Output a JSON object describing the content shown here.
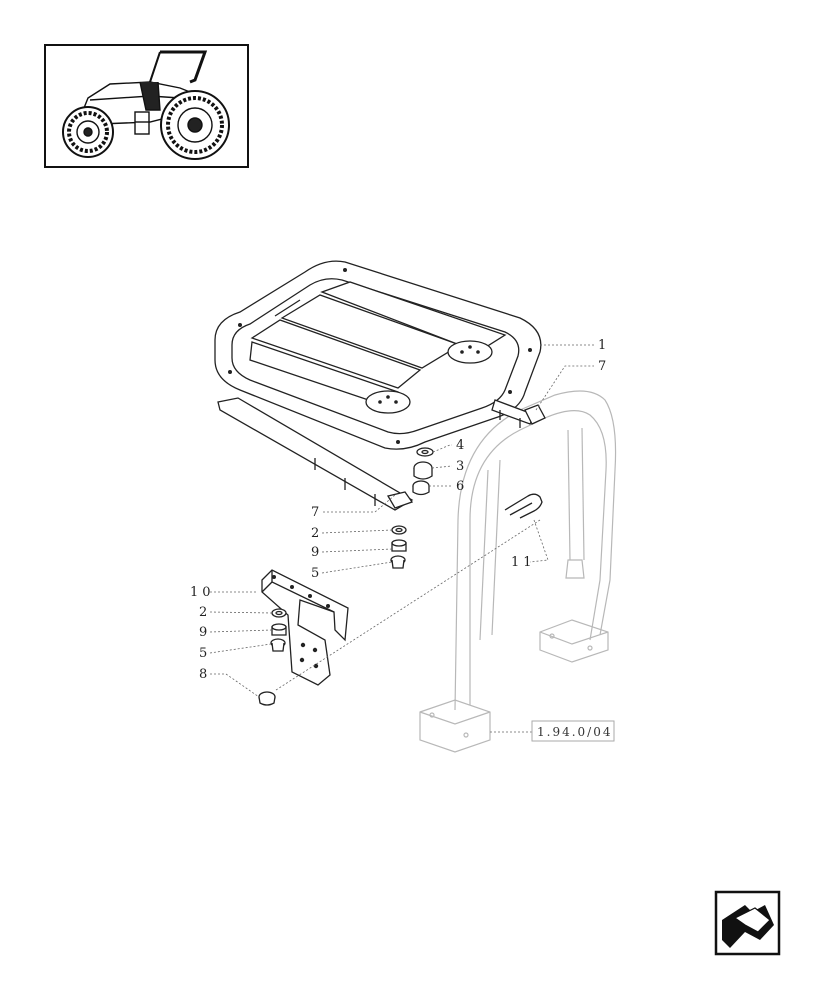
{
  "thumbnail": {
    "icon": "tractor-icon"
  },
  "callouts": [
    {
      "id": "c1",
      "label": "1"
    },
    {
      "id": "c7a",
      "label": "7"
    },
    {
      "id": "c4",
      "label": "4"
    },
    {
      "id": "c3",
      "label": "3"
    },
    {
      "id": "c6",
      "label": "6"
    },
    {
      "id": "c7b",
      "label": "7"
    },
    {
      "id": "c2a",
      "label": "2"
    },
    {
      "id": "c9a",
      "label": "9"
    },
    {
      "id": "c5a",
      "label": "5"
    },
    {
      "id": "c11",
      "label": "11"
    },
    {
      "id": "c10",
      "label": "10"
    },
    {
      "id": "c2b",
      "label": "2"
    },
    {
      "id": "c9b",
      "label": "9"
    },
    {
      "id": "c5b",
      "label": "5"
    },
    {
      "id": "c8",
      "label": "8"
    }
  ],
  "reference": {
    "label": "1.94.0/04"
  },
  "nav": {
    "icon": "return-arrow-icon"
  }
}
